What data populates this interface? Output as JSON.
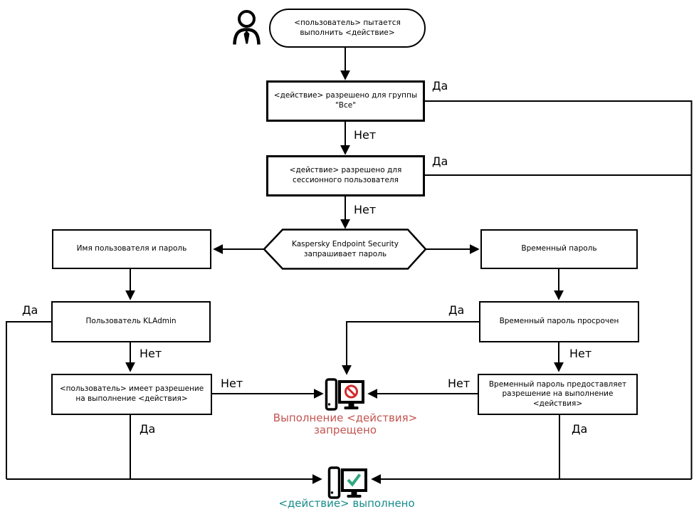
{
  "diagram": {
    "labels": {
      "yes": "Да",
      "no": "Нет"
    },
    "nodes": {
      "start": "<пользователь> пытается выполнить <действие>",
      "action_allowed_for_everyone": "<действие> разрешено для группы \"Все\"",
      "action_allowed_for_session_user": "<действие> разрешено для сессионного пользователя",
      "kes_prompts_password": "Kaspersky Endpoint Security запрашивает пароль",
      "username_and_password": "Имя пользователя и пароль",
      "temporary_password": "Временный пароль",
      "user_kladmin": "Пользователь KLAdmin",
      "temporary_password_expired": "Временный пароль просрочен",
      "user_has_permission": "<пользователь> имеет разрешение на выполнение <действия>",
      "temporary_password_grants_permission": "Временный пароль предоставляет разрешение на выполнение <действия>",
      "action_blocked": "Выполнение <действия> запрещено",
      "action_performed": "<действие> выполнено"
    },
    "colors": {
      "line": "#000000",
      "blocked_text": "#c4544f",
      "performed_text": "#178c8c",
      "prohibit_sign": "#d32b2b",
      "check_sign": "#2fa87e"
    }
  }
}
